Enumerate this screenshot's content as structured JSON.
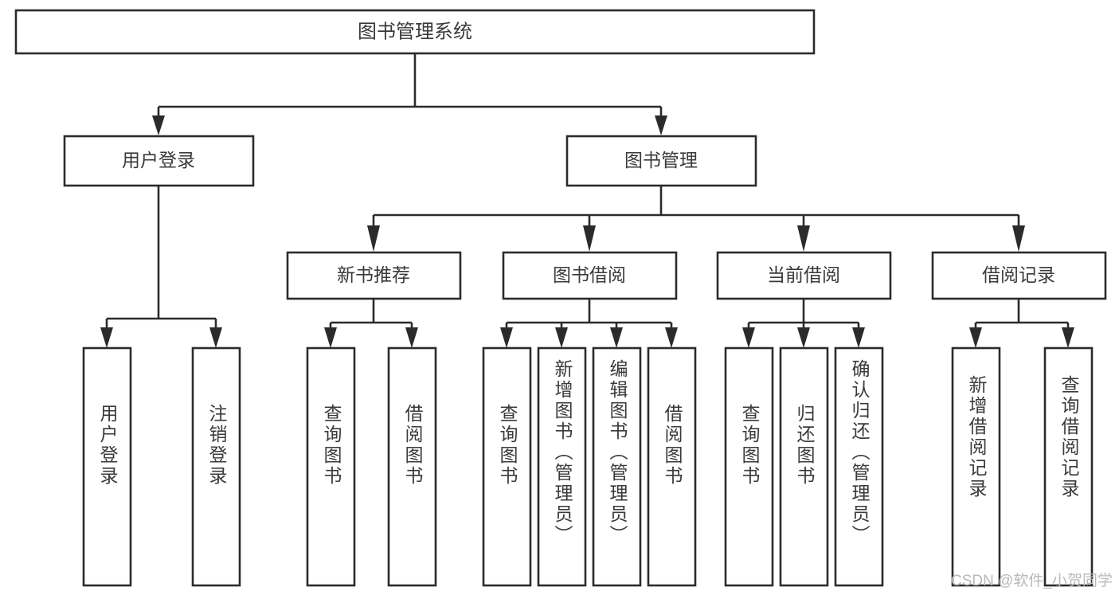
{
  "diagram": {
    "type": "tree-hierarchy-flowchart",
    "root": {
      "id": "root",
      "label": "图书管理系统"
    },
    "level2": [
      {
        "id": "user-login",
        "label": "用户登录"
      },
      {
        "id": "book-management",
        "label": "图书管理"
      }
    ],
    "level3": [
      {
        "id": "new-book-recommend",
        "label": "新书推荐",
        "parent": "book-management"
      },
      {
        "id": "book-borrow",
        "label": "图书借阅",
        "parent": "book-management"
      },
      {
        "id": "current-borrow",
        "label": "当前借阅",
        "parent": "book-management"
      },
      {
        "id": "borrow-record",
        "label": "借阅记录",
        "parent": "book-management"
      }
    ],
    "leaves": [
      {
        "id": "leaf-user-login",
        "label": "用户登录",
        "parent": "user-login"
      },
      {
        "id": "leaf-logout",
        "label": "注销登录",
        "parent": "user-login"
      },
      {
        "id": "leaf-query-book-1",
        "label": "查询图书",
        "parent": "new-book-recommend"
      },
      {
        "id": "leaf-borrow-book-1",
        "label": "借阅图书",
        "parent": "new-book-recommend"
      },
      {
        "id": "leaf-query-book-2",
        "label": "查询图书",
        "parent": "book-borrow"
      },
      {
        "id": "leaf-add-book",
        "label": "新增图书（管理员）",
        "parent": "book-borrow"
      },
      {
        "id": "leaf-edit-book",
        "label": "编辑图书（管理员）",
        "parent": "book-borrow"
      },
      {
        "id": "leaf-borrow-book-2",
        "label": "借阅图书",
        "parent": "book-borrow"
      },
      {
        "id": "leaf-query-book-3",
        "label": "查询图书",
        "parent": "current-borrow"
      },
      {
        "id": "leaf-return-book",
        "label": "归还图书",
        "parent": "current-borrow"
      },
      {
        "id": "leaf-confirm-return",
        "label": "确认归还（管理员）",
        "parent": "current-borrow"
      },
      {
        "id": "leaf-add-record",
        "label": "新增借阅记录",
        "parent": "borrow-record"
      },
      {
        "id": "leaf-query-record",
        "label": "查询借阅记录",
        "parent": "borrow-record"
      }
    ]
  },
  "watermark": {
    "text": "CSDN @软件_小贺同学"
  },
  "colors": {
    "stroke": "#2b2b2b",
    "text": "#3a3a3a",
    "background": "#ffffff",
    "watermark": "#b9b9b9"
  }
}
